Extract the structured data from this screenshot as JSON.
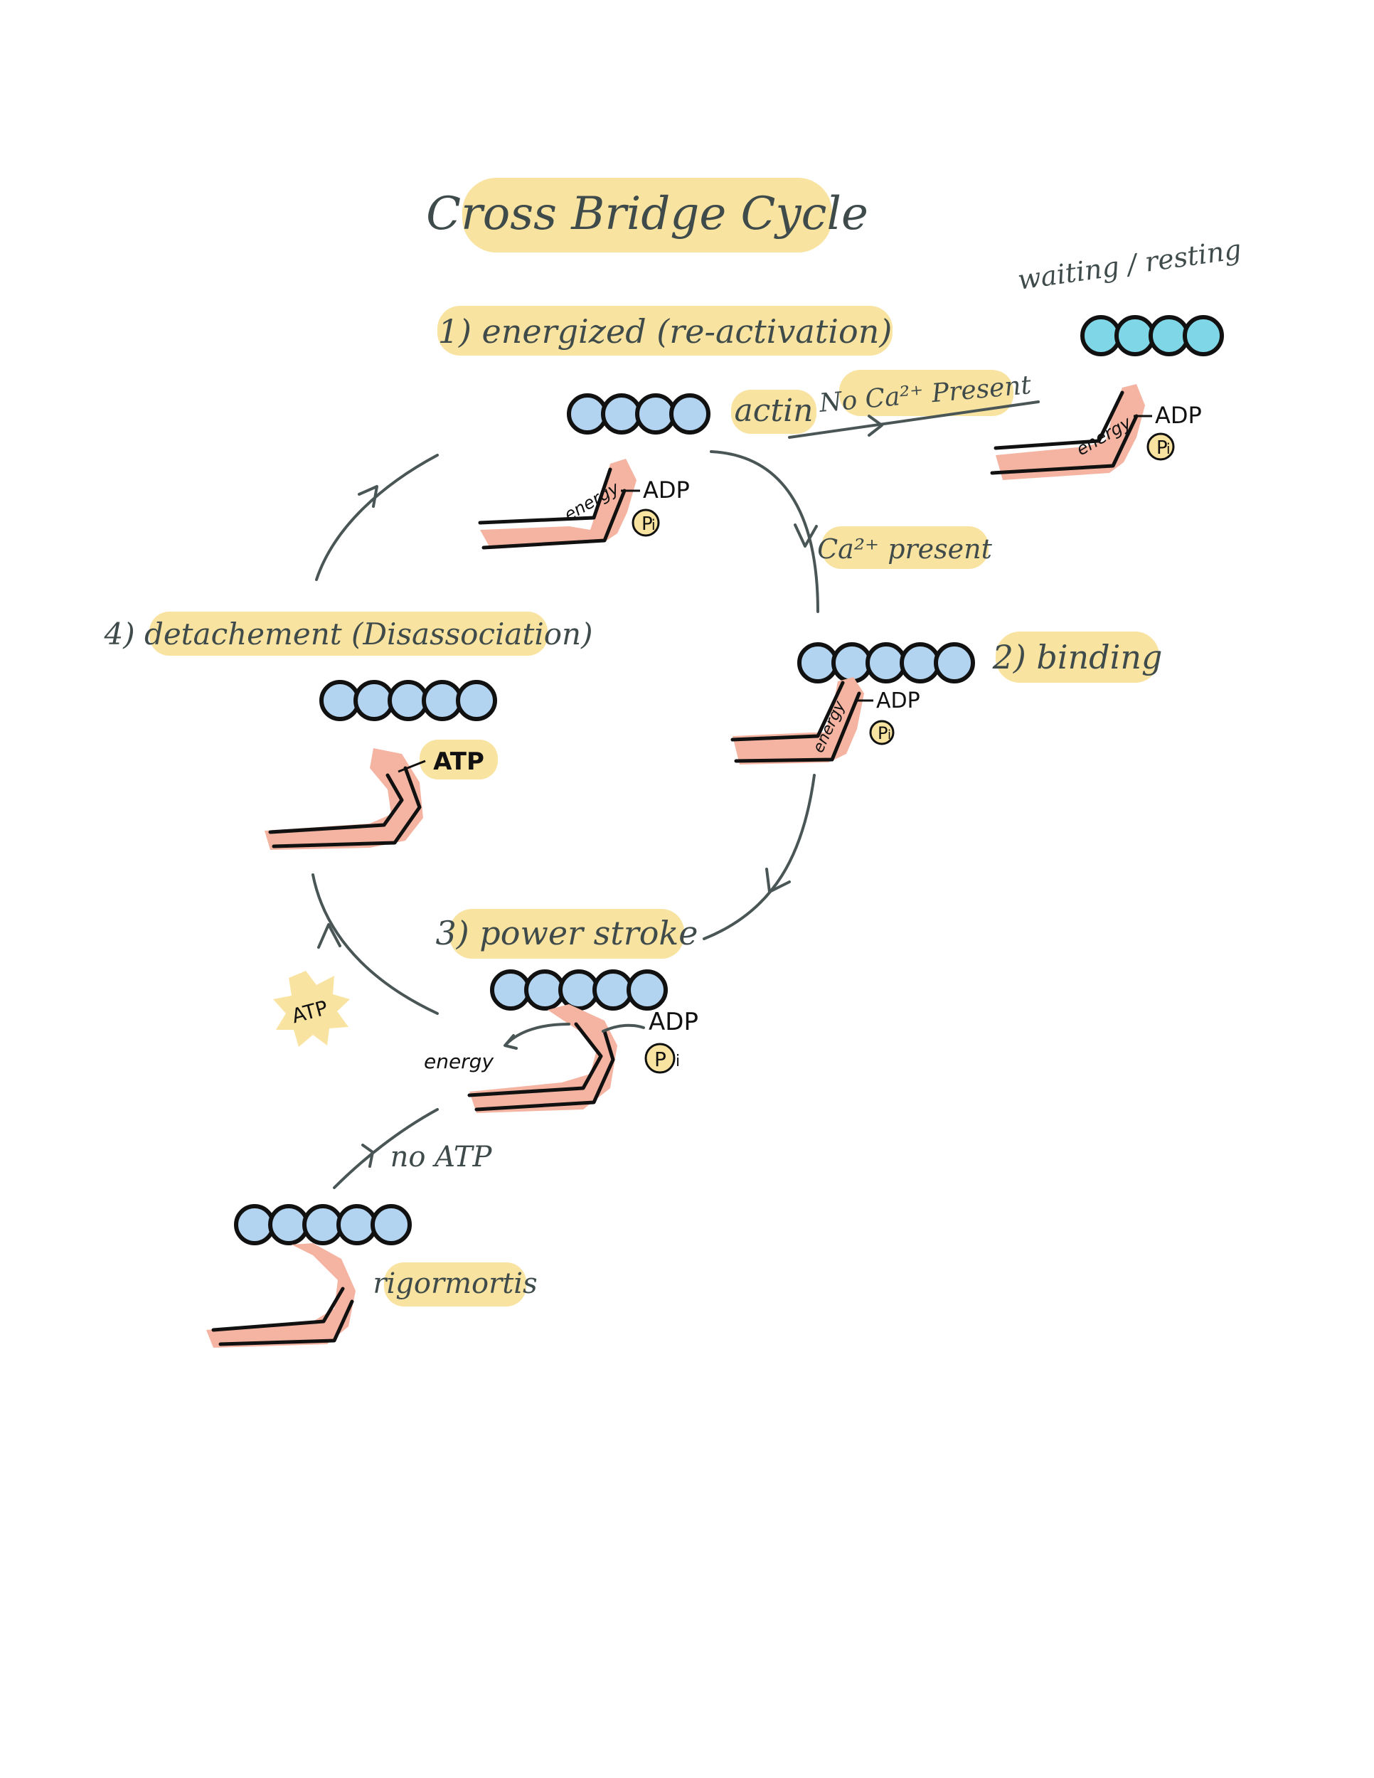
{
  "title": "Cross Bridge Cycle",
  "labels": {
    "energized": "1) energized (re-activation)",
    "actin": "actin",
    "no_ca": "No Ca²⁺ Present",
    "waiting": "waiting / resting",
    "ca_present": "Ca²⁺ present",
    "binding": "2) binding",
    "detachment": "4) detachement (Disassociation)",
    "power_stroke": "3) power stroke",
    "no_atp": "no ATP",
    "rigor": "rigormortis",
    "atp_burst": "ATP"
  },
  "molecule_labels": {
    "adp": "ADP",
    "pi": "P",
    "pi_sub": "i",
    "energy": "energy",
    "atp": "ATP"
  },
  "colors": {
    "highlight": "#f9e3a0",
    "myosin": "#f4b4a1",
    "actin": "#b3d4f0",
    "actin_resting": "#7fd6e6",
    "arrow": "#4a5656",
    "text": "#3f4b4b"
  }
}
